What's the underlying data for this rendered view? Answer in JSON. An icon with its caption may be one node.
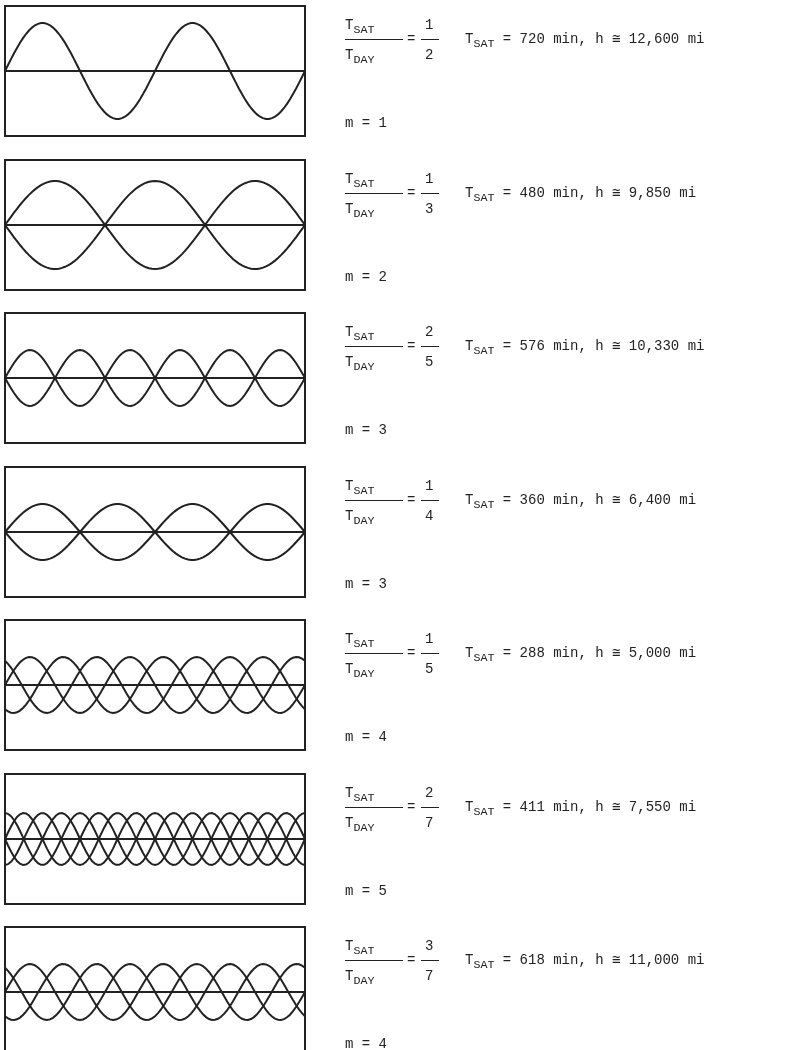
{
  "diagram": {
    "labels": [
      "T$_{SAT}$",
      "T$_{DAY}$",
      "=",
      "1",
      "2",
      "T$_{SAT}$ = 720 min, h ≅ 12,600 mi",
      "m = 1",
      "T$_{SAT}$",
      "T$_{DAY}$",
      "=",
      "1",
      "3",
      "T$_{SAT}$ = 480 min, h ≅ 9,850 mi",
      "m = 2",
      "T$_{SAT}$",
      "T$_{DAY}$",
      "=",
      "2",
      "5",
      "T$_{SAT}$ = 576 min, h ≅ 10,330 mi",
      "m = 3",
      "T$_{SAT}$",
      "T$_{DAY}$",
      "=",
      "1",
      "4",
      "T$_{SAT}$ = 360 min, h ≅ 6,400 mi",
      "m = 3",
      "T$_{SAT}$",
      "T$_{DAY}$",
      "=",
      "1",
      "5",
      "T$_{SAT}$ = 288 min, h ≅ 5,000 mi",
      "m = 4",
      "T$_{SAT}$",
      "T$_{DAY}$",
      "=",
      "2",
      "7",
      "T$_{SAT}$ = 411 min, h ≅ 7,550 mi",
      "m = 5",
      "T$_{SAT}$",
      "T$_{DAY}$",
      "=",
      "3",
      "7",
      "T$_{SAT}$ = 618 min, h ≅ 11,000 mi",
      "m = 4"
    ]
  }
}
